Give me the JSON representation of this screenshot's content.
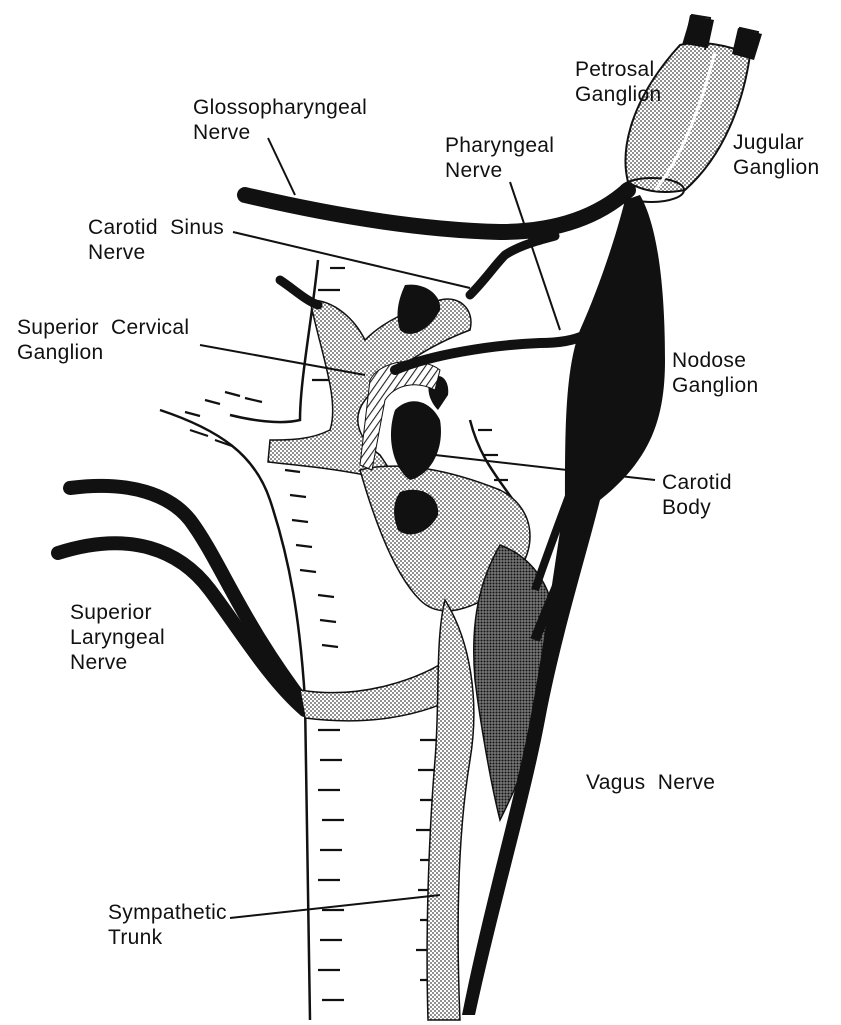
{
  "colors": {
    "ink": "#111111",
    "paper": "#ffffff",
    "stipple": "#9a9a9a",
    "dark_stipple": "#555555"
  },
  "labels": {
    "glossopharyngeal": "Glossopharyngeal\nNerve",
    "petrosal": "Petrosal\nGanglion",
    "jugular": "Jugular\nGanglion",
    "pharyngeal": "Pharyngeal\nNerve",
    "carotid_sinus": "Carotid  Sinus\nNerve",
    "superior_cervical": "Superior  Cervical\nGanglion",
    "nodose": "Nodose\nGanglion",
    "carotid_body": "Carotid\nBody",
    "superior_laryngeal": "Superior\nLaryngeal\nNerve",
    "vagus": "Vagus  Nerve",
    "sympathetic": "Sympathetic\nTrunk"
  }
}
